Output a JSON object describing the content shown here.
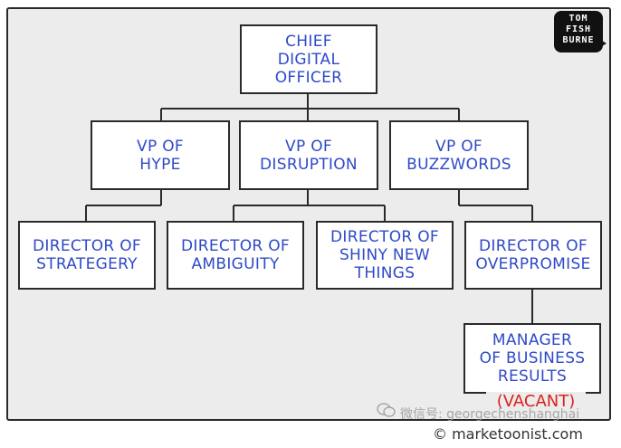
{
  "chart": {
    "ceo": "CHIEF\nDIGITAL\nOFFICER",
    "vp_hype": "VP OF\nHYPE",
    "vp_disruption": "VP OF\nDISRUPTION",
    "vp_buzzwords": "VP OF\nBUZZWORDS",
    "dir_strategery": "DIRECTOR OF\nSTRATEGERY",
    "dir_ambiguity": "DIRECTOR OF\nAMBIGUITY",
    "dir_shiny": "DIRECTOR OF\nSHINY NEW\nTHINGS",
    "dir_overpromise": "DIRECTOR OF\nOVERPROMISE",
    "mgr_results": "MANAGER\nOF BUSINESS\nRESULTS",
    "vacant": "(VACANT)"
  },
  "logo": {
    "line1": "TOM",
    "line2": "FISH",
    "line3": "BURNE"
  },
  "watermark": "微信号: georgechenshanghai",
  "footer": "© marketoonist.com",
  "colors": {
    "label": "#2f49c8",
    "vacant": "#d9231d",
    "panel": "#ececec"
  }
}
